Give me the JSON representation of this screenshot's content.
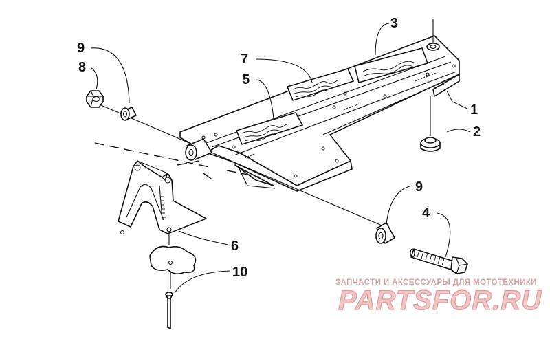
{
  "callouts": [
    {
      "id": "callout-9-top",
      "label": "9"
    },
    {
      "id": "callout-8",
      "label": "8"
    },
    {
      "id": "callout-7",
      "label": "7"
    },
    {
      "id": "callout-5",
      "label": "5"
    },
    {
      "id": "callout-3",
      "label": "3"
    },
    {
      "id": "callout-1",
      "label": "1"
    },
    {
      "id": "callout-2",
      "label": "2"
    },
    {
      "id": "callout-9-bottom",
      "label": "9"
    },
    {
      "id": "callout-4",
      "label": "4"
    },
    {
      "id": "callout-6",
      "label": "6"
    },
    {
      "id": "callout-10",
      "label": "10"
    }
  ],
  "watermark": {
    "tagline": "ЗАПЧАСТИ И АКСЕССУАРЫ ДЛЯ МОТОТЕХНИКИ",
    "brand": "PARTSFOR.RU",
    "colors": {
      "light": "#efc6c6",
      "dark": "#d9a3a3"
    }
  }
}
